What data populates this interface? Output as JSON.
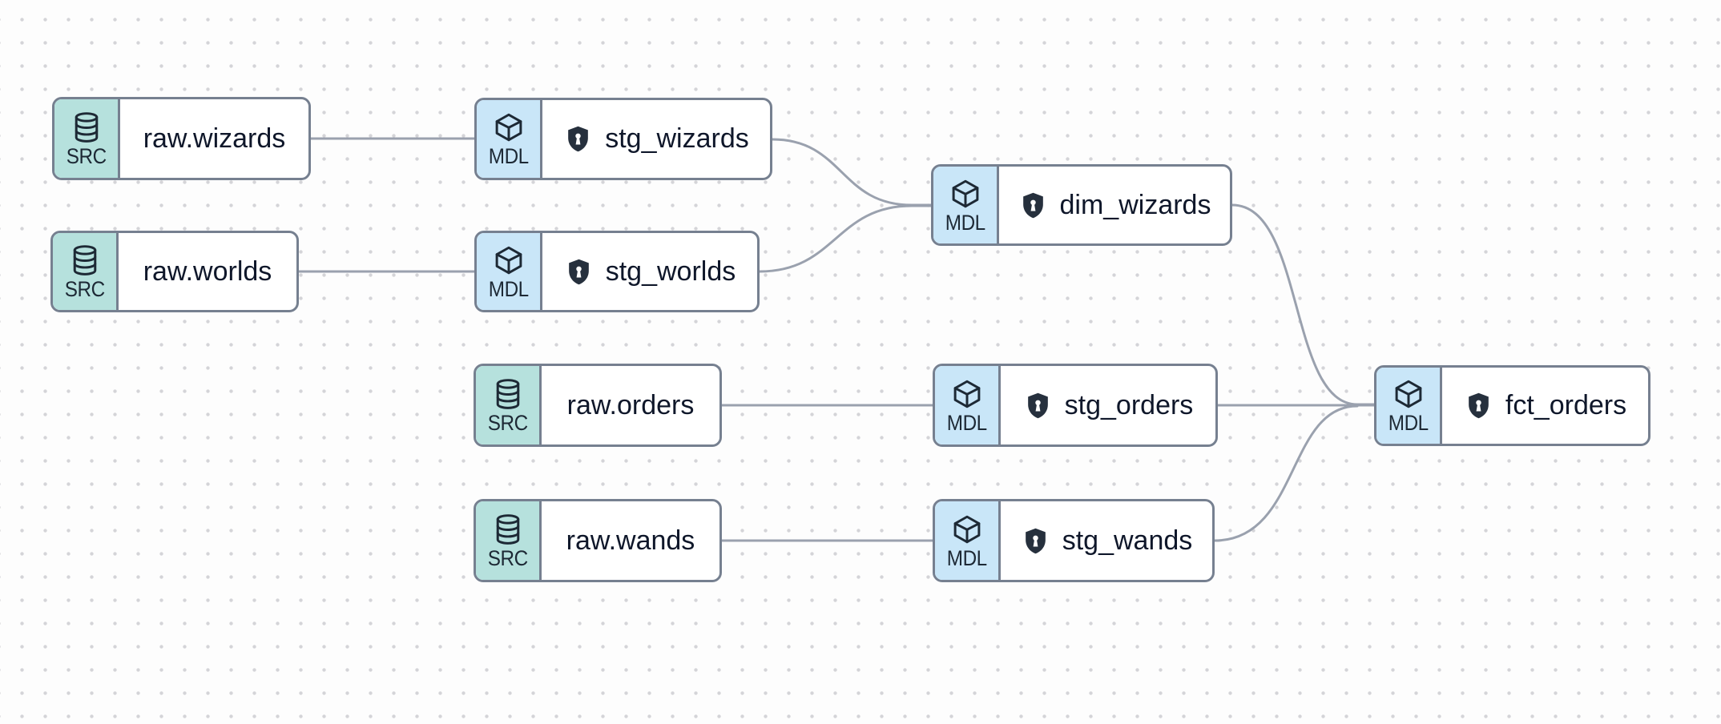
{
  "diagram": {
    "kind": "data-lineage-graph",
    "background_color": "#fdfdfd",
    "dot_grid_color": "#d4d4d8",
    "edge_color": "#9aa1ae",
    "node_border_color": "#768090",
    "src_badge_color": "#b6e1dd",
    "mdl_badge_color": "#c9e6f8",
    "shield_color": "#26303d"
  },
  "nodes": [
    {
      "id": "raw_wizards",
      "badge": "SRC",
      "label": "raw.wizards",
      "icon": "database-icon",
      "protected": false
    },
    {
      "id": "stg_wizards",
      "badge": "MDL",
      "label": "stg_wizards",
      "icon": "cube-icon",
      "protected": true
    },
    {
      "id": "raw_worlds",
      "badge": "SRC",
      "label": "raw.worlds",
      "icon": "database-icon",
      "protected": false
    },
    {
      "id": "stg_worlds",
      "badge": "MDL",
      "label": "stg_worlds",
      "icon": "cube-icon",
      "protected": true
    },
    {
      "id": "dim_wizards",
      "badge": "MDL",
      "label": "dim_wizards",
      "icon": "cube-icon",
      "protected": true
    },
    {
      "id": "raw_orders",
      "badge": "SRC",
      "label": "raw.orders",
      "icon": "database-icon",
      "protected": false
    },
    {
      "id": "stg_orders",
      "badge": "MDL",
      "label": "stg_orders",
      "icon": "cube-icon",
      "protected": true
    },
    {
      "id": "raw_wands",
      "badge": "SRC",
      "label": "raw.wands",
      "icon": "database-icon",
      "protected": false
    },
    {
      "id": "stg_wands",
      "badge": "MDL",
      "label": "stg_wands",
      "icon": "cube-icon",
      "protected": true
    },
    {
      "id": "fct_orders",
      "badge": "MDL",
      "label": "fct_orders",
      "icon": "cube-icon",
      "protected": true
    }
  ],
  "edges": [
    {
      "from": "raw.wizards",
      "to": "stg_wizards"
    },
    {
      "from": "raw.worlds",
      "to": "stg_worlds"
    },
    {
      "from": "stg_wizards",
      "to": "dim_wizards"
    },
    {
      "from": "stg_worlds",
      "to": "dim_wizards"
    },
    {
      "from": "raw.orders",
      "to": "stg_orders"
    },
    {
      "from": "raw.wands",
      "to": "stg_wands"
    },
    {
      "from": "dim_wizards",
      "to": "fct_orders"
    },
    {
      "from": "stg_orders",
      "to": "fct_orders"
    },
    {
      "from": "stg_wands",
      "to": "fct_orders"
    }
  ]
}
